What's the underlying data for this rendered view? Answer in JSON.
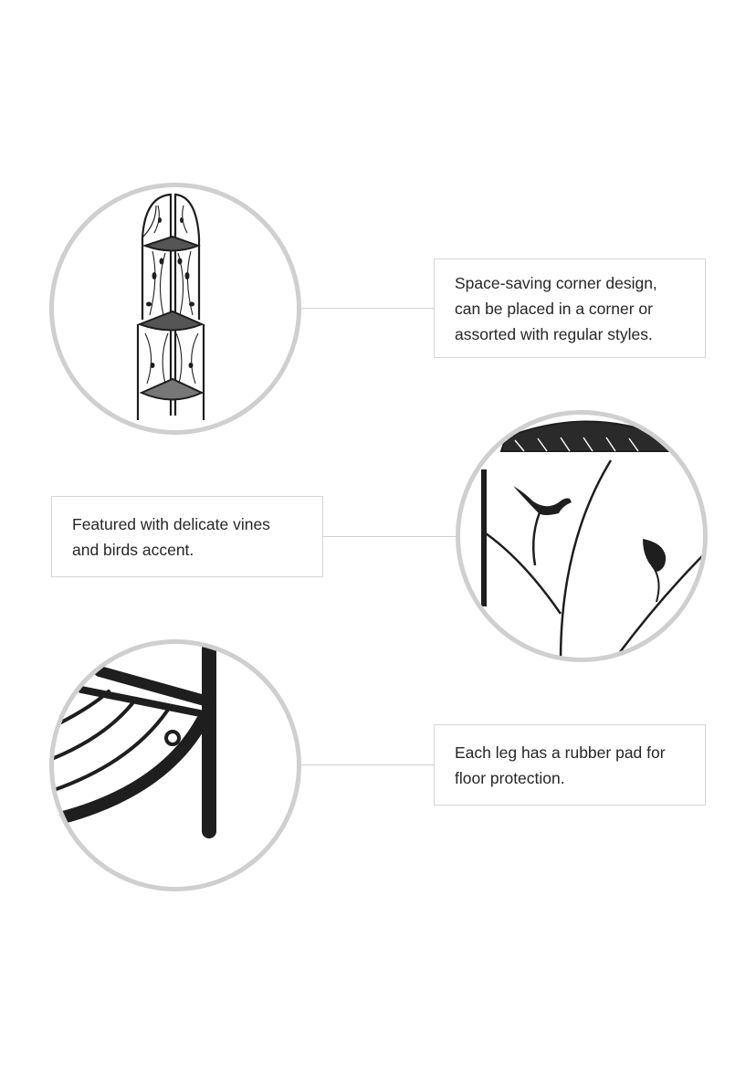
{
  "features": [
    {
      "id": "corner-design",
      "image": "corner-shelf-full-view",
      "lines": [
        "Space-saving corner design,",
        "can be placed in a corner or",
        "assorted with regular styles."
      ]
    },
    {
      "id": "vines-birds",
      "image": "vines-and-bird-closeup",
      "lines": [
        "Featured with delicate vines",
        "and birds accent."
      ]
    },
    {
      "id": "rubber-pad",
      "image": "shelf-leg-closeup",
      "lines": [
        "Each leg has a rubber pad for",
        "floor protection."
      ]
    }
  ],
  "colors": {
    "background": "#ffffff",
    "circle_border": "#cfcfcf",
    "box_border": "#d6d6d6",
    "metal": "#1e1e1e",
    "text": "#262626"
  }
}
